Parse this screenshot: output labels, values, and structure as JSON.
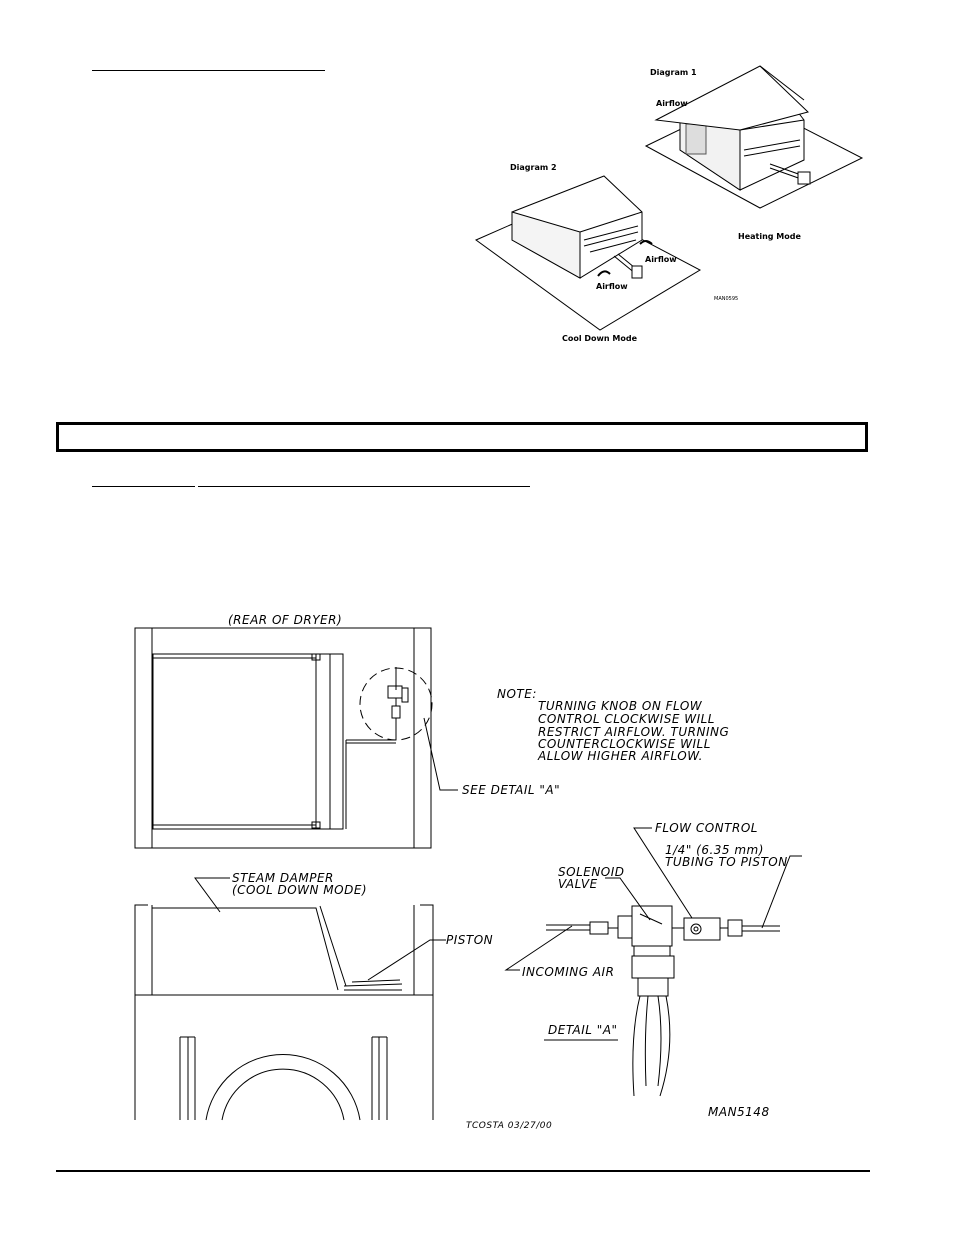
{
  "diagrams_top": {
    "diagram1_label": "Diagram  1",
    "diagram1_airflow": "Airflow",
    "diagram2_label": "Diagram  2",
    "diagram2_airflow_a": "Airflow",
    "diagram2_airflow_b": "Airflow",
    "heating_mode": "Heating  Mode",
    "cool_down_mode": "Cool  Down  Mode",
    "drawing_number": "MAN0595"
  },
  "drawing": {
    "rear_of_dryer": "(REAR OF DRYER)",
    "note_title": "NOTE:",
    "note_lines": [
      "TURNING KNOB ON FLOW",
      "CONTROL CLOCKWISE WILL",
      "RESTRICT AIRFLOW. TURNING",
      "COUNTERCLOCKWISE WILL",
      "ALLOW HIGHER AIRFLOW."
    ],
    "see_detail": "SEE DETAIL \"A\"",
    "flow_control": "FLOW CONTROL",
    "tubing_line1": "1/4\" (6.35 mm)",
    "tubing_line2": "TUBING TO PISTON",
    "solenoid_line1": "SOLENOID",
    "solenoid_line2": "VALVE",
    "steam_damper_line1": "STEAM DAMPER",
    "steam_damper_line2": "(COOL DOWN MODE)",
    "piston": "PISTON",
    "incoming_air": "INCOMING AIR",
    "detail_a": "DETAIL \"A\"",
    "drawing_number": "MAN5148",
    "author_date": "TCOSTA 03/27/00"
  }
}
